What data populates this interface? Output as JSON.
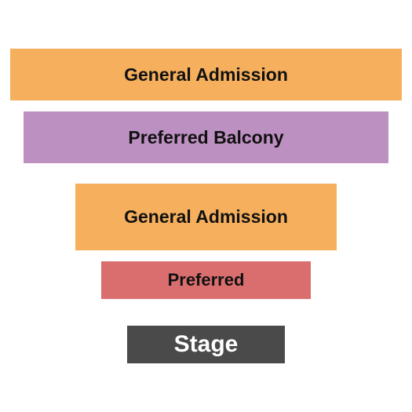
{
  "sections": {
    "general_admission_upper": {
      "label": "General Admission",
      "color": "#F5AF5D"
    },
    "preferred_balcony": {
      "label": "Preferred Balcony",
      "color": "#BD90C2"
    },
    "general_admission_lower": {
      "label": "General Admission",
      "color": "#F5AF5D"
    },
    "preferred": {
      "label": "Preferred",
      "color": "#DA6E6E"
    }
  },
  "stage": {
    "label": "Stage",
    "color": "#4A4A4A"
  }
}
